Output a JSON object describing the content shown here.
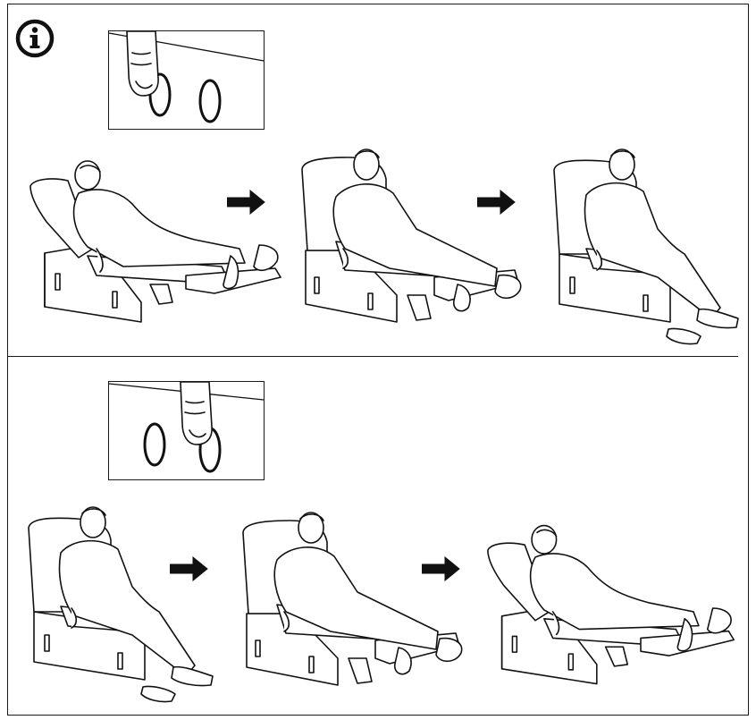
{
  "manual": {
    "icons": {
      "info": "info-circle-icon",
      "hand": "pointing-finger-icon",
      "button": "ring-button-icon",
      "arrow": "right-arrow-icon"
    },
    "sections": [
      {
        "name": "recline-backward",
        "pressed_button": "left",
        "sequence": [
          "reclined",
          "half-reclined",
          "upright"
        ]
      },
      {
        "name": "recline-forward",
        "pressed_button": "right",
        "sequence": [
          "upright",
          "half-reclined",
          "reclined"
        ]
      }
    ],
    "colors": {
      "line": "#111111",
      "background": "#ffffff"
    }
  }
}
